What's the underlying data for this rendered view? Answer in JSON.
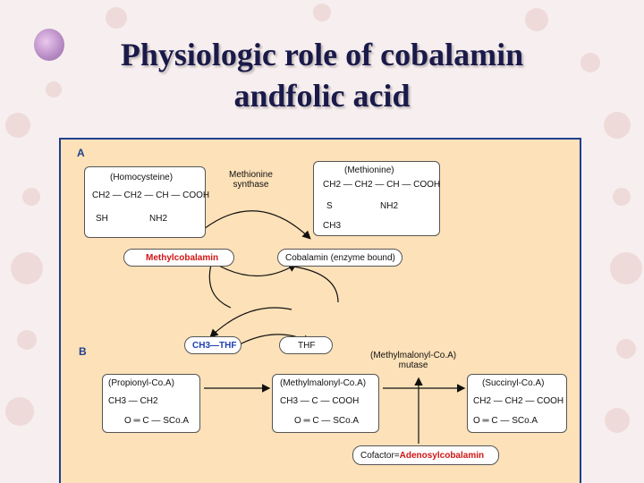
{
  "slide": {
    "title_line1": "Physiologic role of cobalamin",
    "title_line2": "andfolic acid"
  },
  "figure": {
    "section_a": "A",
    "section_b": "B",
    "homocysteine": {
      "name": "(Homocysteine)",
      "row1": "CH2 — CH2 — CH — COOH",
      "row2_left": "SH",
      "row2_right": "NH2"
    },
    "methionine_synthase": "Methionine\nsynthase",
    "methionine": {
      "name": "(Methionine)",
      "row1": "CH2 — CH2 — CH — COOH",
      "row2_left": "S",
      "row2_right": "NH2",
      "row3": "CH3"
    },
    "methylcobalamin": "Methylcobalamin",
    "cobalamin_enzyme": "Cobalamin (enzyme bound)",
    "ch3_thf": "CH3—THF",
    "thf": "THF",
    "mutase_label": "(Methylmalonyl-Co.A)\nmutase",
    "propionyl": {
      "name": "(Propionyl-Co.A)",
      "row1": "CH3 — CH2",
      "row2": "O ═ C — SCo.A"
    },
    "methylmalonyl": {
      "name": "(Methylmalonyl-Co.A)",
      "row1": "CH3 — C — COOH",
      "row2": "O ═ C — SCo.A"
    },
    "succinyl": {
      "name": "(Succinyl-Co.A)",
      "row1": "CH2 — CH2 — COOH",
      "row2": "O ═ C — SCo.A"
    },
    "cofactor_prefix": "Cofactor=",
    "cofactor_name": "Adenosylcobalamin"
  },
  "colors": {
    "figure_bg": "#fde1b8",
    "border": "#1f3f8f",
    "accent_red": "#d01515",
    "accent_blue": "#1f3fb0"
  }
}
